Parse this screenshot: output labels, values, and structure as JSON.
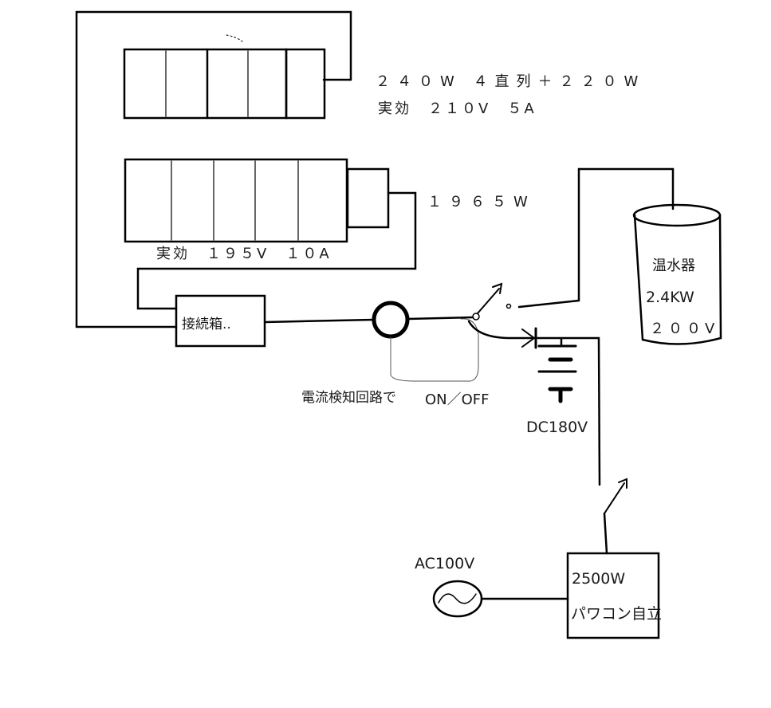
{
  "labels": {
    "upper_array_spec": "２４０W ４直列＋２２０W",
    "upper_array_effective": "実効　２１０V　５A",
    "lower_array_power": "１９６５W",
    "lower_array_effective": "実効　１９５V　１０A",
    "junction_box": "接続箱..",
    "current_detect": "電流検知回路で",
    "on_off": "ON／OFF",
    "water_heater": "温水器",
    "heater_power": "2.4KW",
    "heater_voltage": "２００V",
    "dc_voltage": "DC180V",
    "ac_source": "AC100V",
    "pcs_power": "2500W",
    "pcs_mode": "パワコン自立"
  },
  "colors": {
    "ink": "#000000",
    "faint": "#888888"
  }
}
